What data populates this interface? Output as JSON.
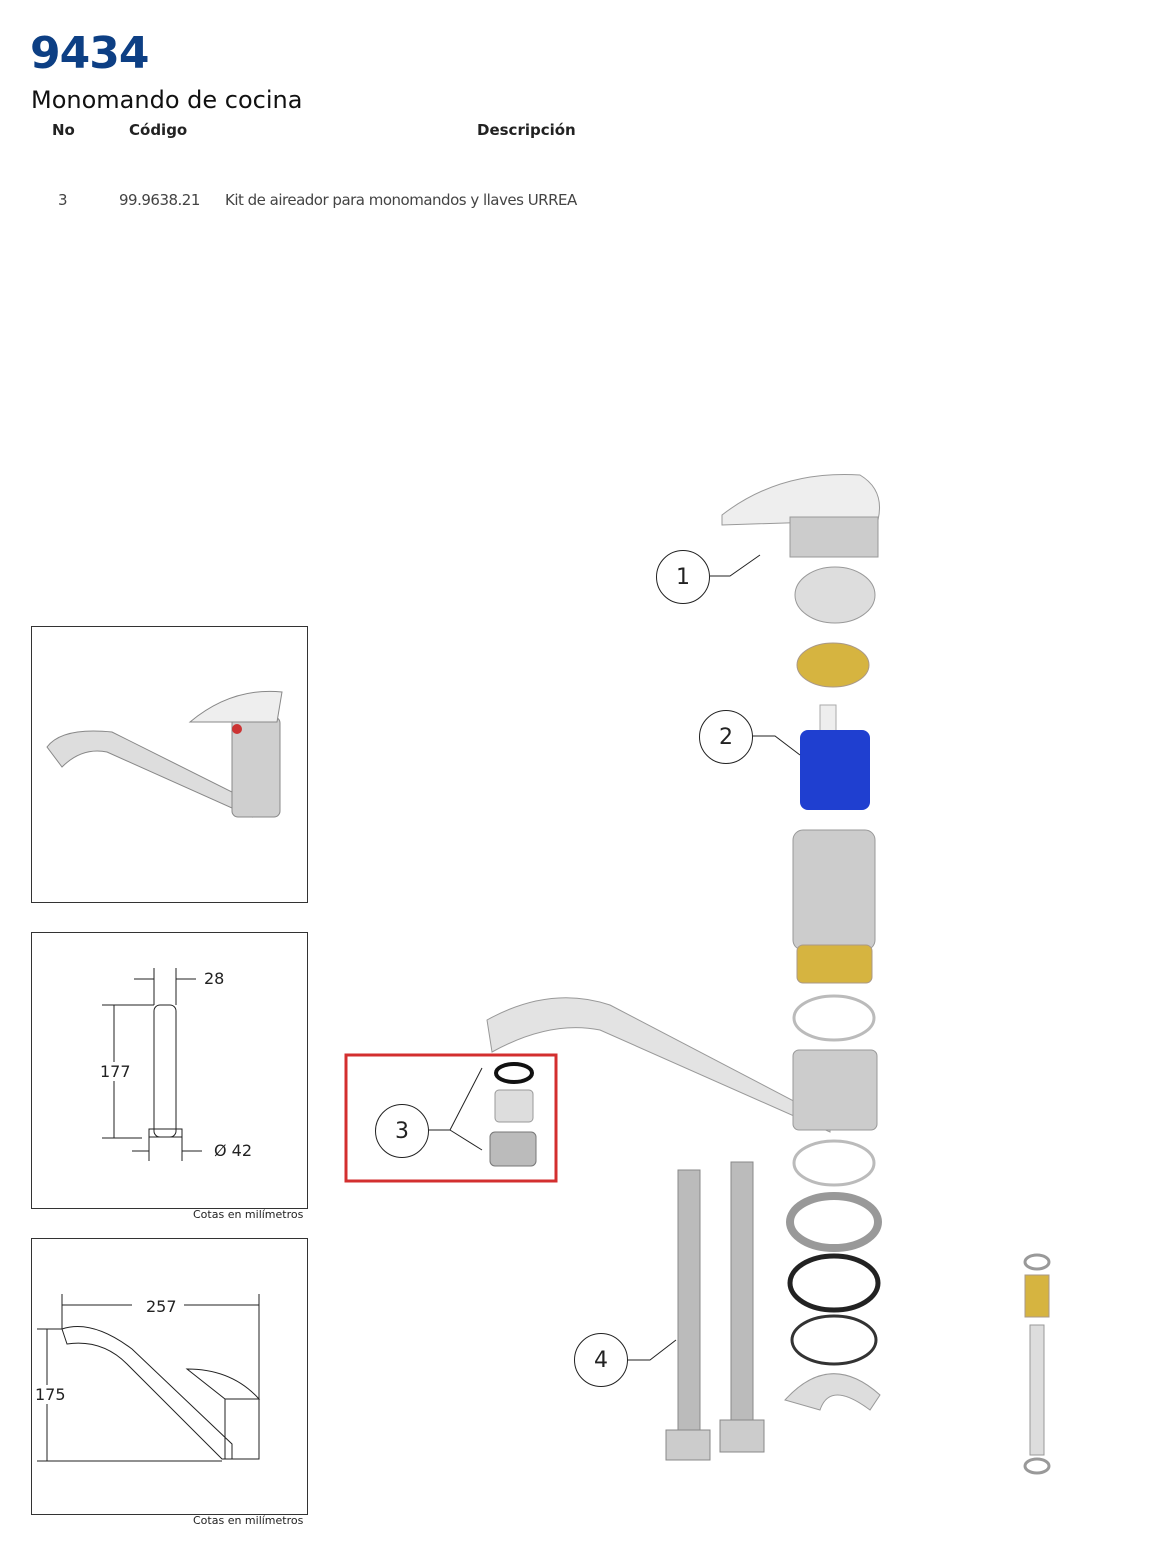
{
  "header": {
    "model": "9434",
    "name": "Monomando de cocina"
  },
  "table": {
    "columns": [
      "No",
      "Código",
      "Descripción"
    ],
    "rows": [
      {
        "no": "3",
        "code": "99.9638.21",
        "description": "Kit de aireador para monomandos y llaves URREA"
      }
    ]
  },
  "dimensions": {
    "front_width": "28",
    "front_height": "177",
    "base_diameter": "Ø 42",
    "side_length": "257",
    "side_height": "175",
    "caption": "Cotas en milímetros"
  },
  "callouts": [
    "1",
    "2",
    "3",
    "4"
  ],
  "colors": {
    "brand": "#0d3f84",
    "highlight": "#d32f2f",
    "cartridge": "#1f3fd0",
    "brass": "#d6b440"
  }
}
